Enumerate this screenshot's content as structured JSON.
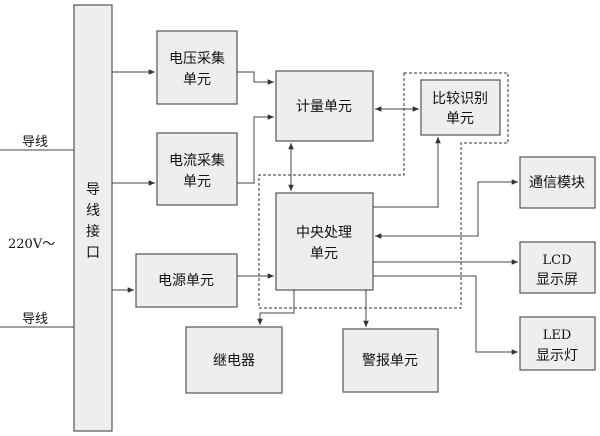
{
  "labels": {
    "interface_line1": "导",
    "interface_line2": "线",
    "interface_line3": "接",
    "interface_line4": "口",
    "voltage_line1": "电压采集",
    "voltage_line2": "单元",
    "current_line1": "电流采集",
    "current_line2": "单元",
    "power": "电源单元",
    "metering": "计量单元",
    "compare_line1": "比较识别",
    "compare_line2": "单元",
    "cpu_line1": "中央处理",
    "cpu_line2": "单元",
    "comm": "通信模块",
    "lcd_line1": "LCD",
    "lcd_line2": "显示屏",
    "led_line1": "LED",
    "led_line2": "显示灯",
    "relay": "继电器",
    "alarm": "警报单元",
    "wire_top": "导线",
    "wire_bottom": "导线",
    "mains": "220V～"
  },
  "colors": {
    "box_fill": "#eeeeee",
    "box_stroke": "#555555",
    "line": "#444444"
  }
}
